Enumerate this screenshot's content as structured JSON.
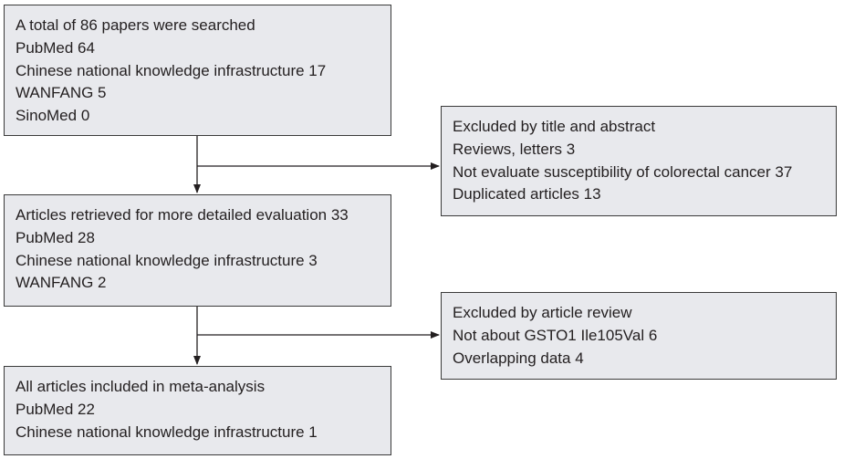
{
  "boxes": {
    "search": {
      "lines": [
        "A total of 86 papers were searched",
        "PubMed 64",
        "Chinese national knowledge infrastructure 17",
        "WANFANG 5",
        "SinoMed 0"
      ]
    },
    "excluded_title": {
      "lines": [
        "Excluded by title and abstract",
        "Reviews, letters 3",
        "Not evaluate susceptibility of colorectal cancer 37",
        "Duplicated articles 13"
      ]
    },
    "retrieved": {
      "lines": [
        "Articles retrieved for more detailed evaluation 33",
        "PubMed 28",
        "Chinese national knowledge infrastructure 3",
        "WANFANG 2"
      ]
    },
    "excluded_review": {
      "lines": [
        "Excluded by article review",
        "Not about GSTO1 Ile105Val 6",
        "Overlapping data 4"
      ]
    },
    "included": {
      "lines": [
        "All articles included in meta-analysis",
        "PubMed 22",
        "Chinese national knowledge infrastructure 1"
      ]
    }
  },
  "colors": {
    "box_fill": "#e8e9ed",
    "box_border": "#3a3a3a",
    "text": "#231f20",
    "line": "#231f20"
  }
}
